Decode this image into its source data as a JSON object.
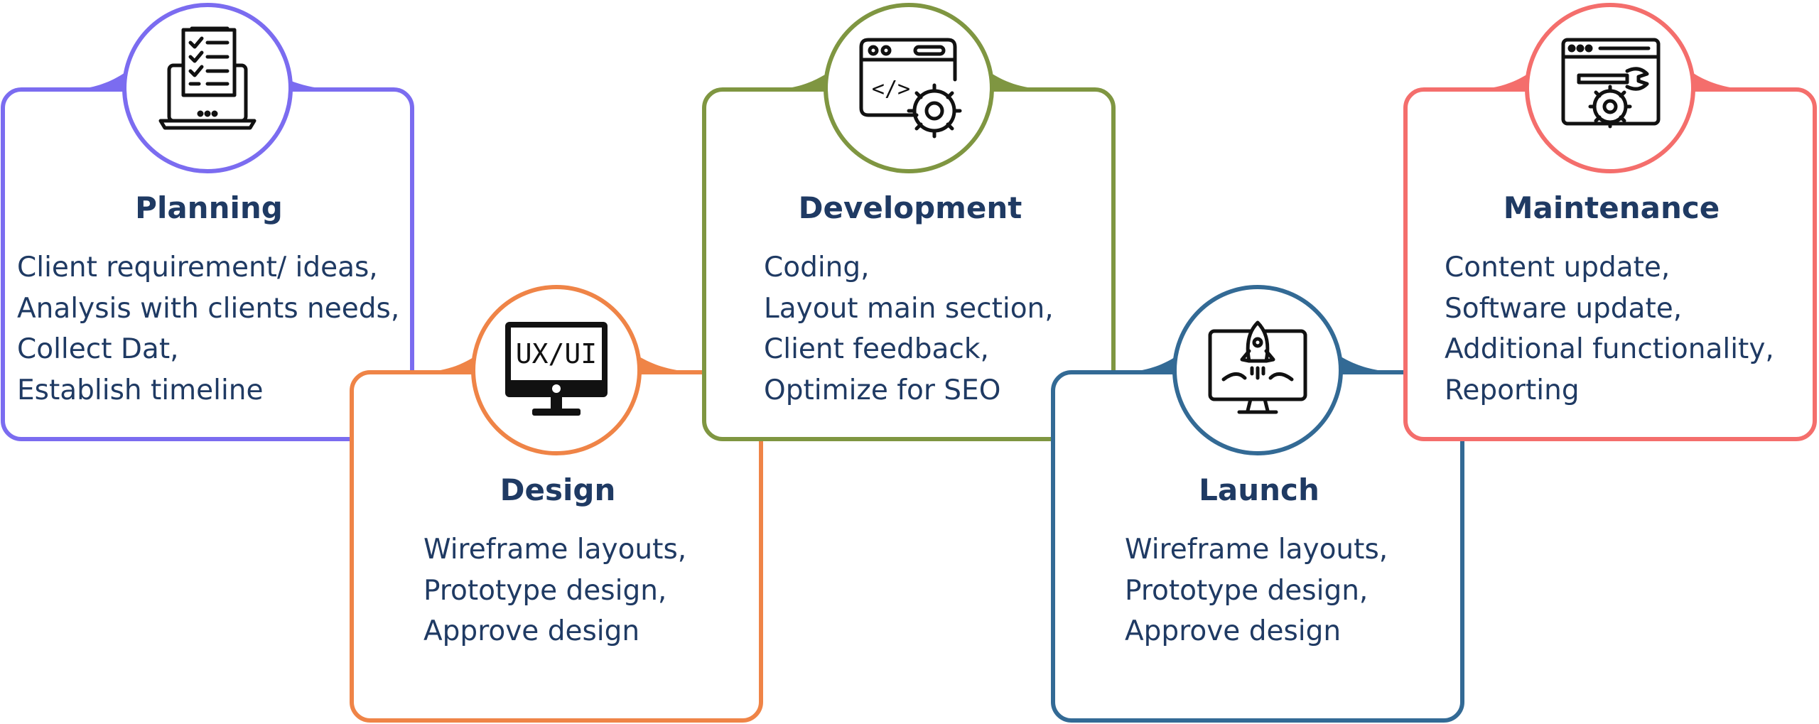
{
  "steps": [
    {
      "title": "Planning",
      "color": "#7b6cf0",
      "icon": "checklist-laptop-icon",
      "lines": [
        "Client requirement/ ideas,",
        "Analysis with clients needs,",
        "Collect Dat,",
        "Establish timeline"
      ]
    },
    {
      "title": "Design",
      "color": "#ef8447",
      "icon": "ux-ui-monitor-icon",
      "icon_text": "UX/UI",
      "lines": [
        "Wireframe layouts,",
        "Prototype design,",
        "Approve design"
      ]
    },
    {
      "title": "Development",
      "color": "#7f9641",
      "icon": "code-window-gear-icon",
      "icon_text": "</>",
      "lines": [
        "Coding,",
        "Layout main section,",
        "Client feedback,",
        "Optimize for SEO"
      ]
    },
    {
      "title": "Launch",
      "color": "#336a95",
      "icon": "rocket-monitor-icon",
      "lines": [
        "Wireframe layouts,",
        "Prototype design,",
        "Approve design"
      ]
    },
    {
      "title": "Maintenance",
      "color": "#f46e6c",
      "icon": "browser-wrench-gear-icon",
      "lines": [
        "Content update,",
        "Software update,",
        "Additional functionality,",
        "Reporting"
      ]
    }
  ]
}
